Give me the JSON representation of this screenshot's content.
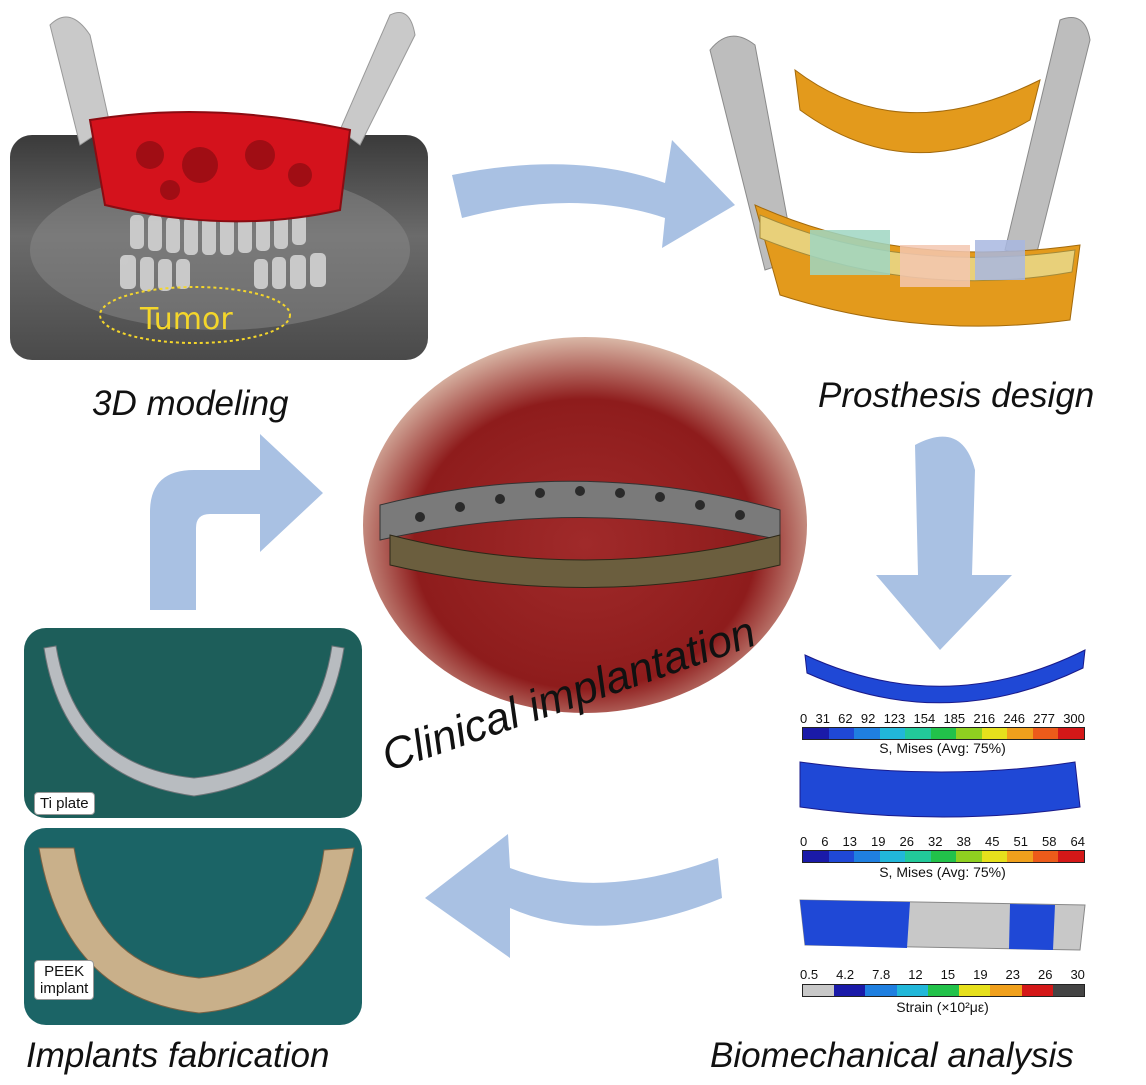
{
  "captions": {
    "modeling": "3D modeling",
    "design": "Prosthesis design",
    "analysis": "Biomechanical analysis",
    "fabrication": "Implants fabrication",
    "clinical": "Clinical implantation"
  },
  "labels": {
    "tumor": "Tumor",
    "ti_plate": "Ti plate",
    "peek_line1": "PEEK",
    "peek_line2": "implant"
  },
  "scales": [
    {
      "ticks": [
        "0",
        "31",
        "62",
        "92",
        "123",
        "154",
        "185",
        "216",
        "246",
        "277",
        "300"
      ],
      "title": "S, Mises (Avg: 75%)"
    },
    {
      "ticks": [
        "0",
        "6",
        "13",
        "19",
        "26",
        "32",
        "38",
        "45",
        "51",
        "58",
        "64"
      ],
      "title": "S, Mises (Avg: 75%)"
    },
    {
      "ticks": [
        "0.5",
        "4.2",
        "7.8",
        "12",
        "15",
        "19",
        "23",
        "26",
        "30"
      ],
      "title": "Strain (×10²με)"
    }
  ],
  "colors": {
    "arrow": "#a9c1e3",
    "tumor_red": "#d4121c",
    "implant_orange": "#e39a1c",
    "scale": [
      "#1a1aa8",
      "#1f48d6",
      "#1f7fe0",
      "#21b7d9",
      "#22c99a",
      "#22c24a",
      "#8fd020",
      "#e6e01c",
      "#f0a01c",
      "#ec5b1a",
      "#d41818"
    ],
    "strain_scale": [
      "#c8c8c8",
      "#1a1aa8",
      "#1f7fe0",
      "#21b7d9",
      "#22c24a",
      "#e6e01c",
      "#f0a01c",
      "#d41818",
      "#444444"
    ]
  }
}
